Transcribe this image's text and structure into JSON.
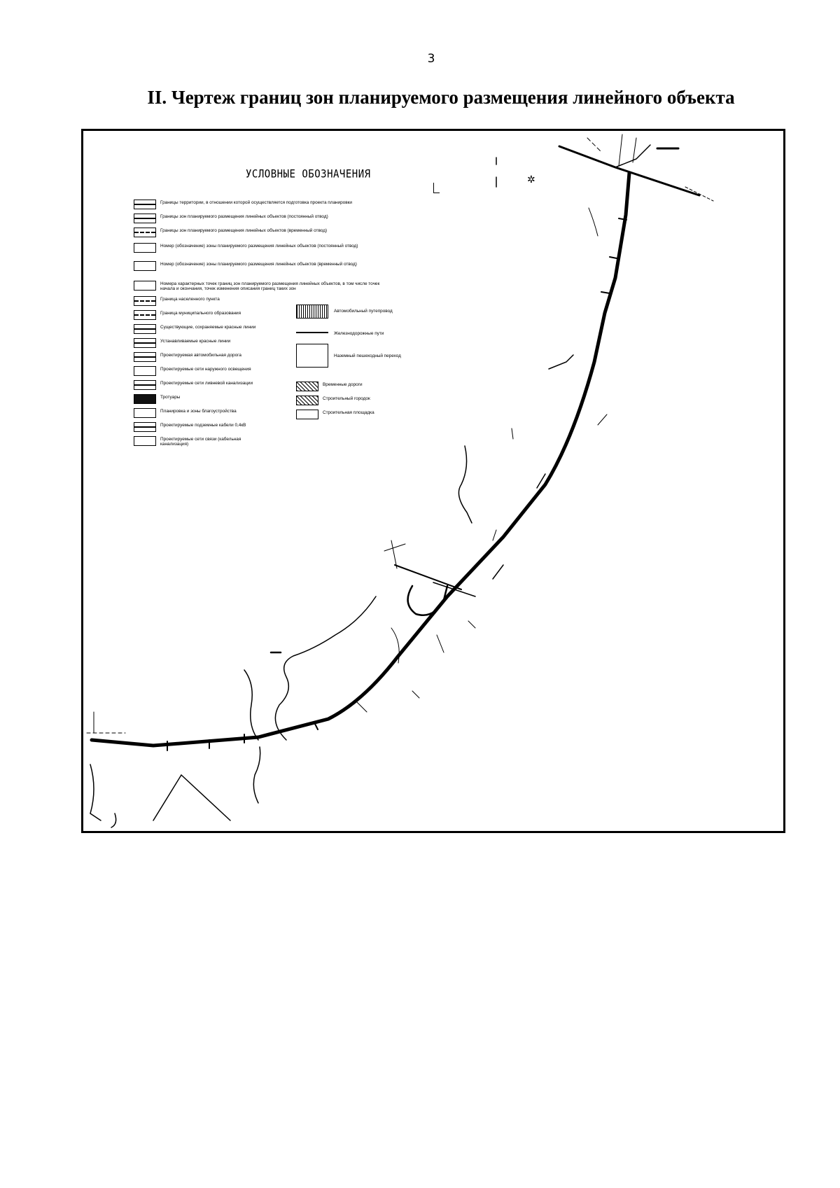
{
  "page": {
    "number": "3",
    "title": "II. Чертеж границ зон планируемого размещения линейного объекта"
  },
  "legend": {
    "title": "УСЛОВНЫЕ ОБОЗНАЧЕНИЯ",
    "items_left": [
      {
        "label": "Границы территории, в отношении которой осуществляется подготовка проекта планировки",
        "symbol": "line"
      },
      {
        "label": "Границы зон планируемого размещения линейных объектов (постоянный отвод)",
        "symbol": "line"
      },
      {
        "label": "Границы зон планируемого размещения линейных объектов (временный отвод)",
        "symbol": "dash"
      },
      {
        "label": "Номер (обозначение) зоны планируемого размещения линейных объектов (постоянный отвод)",
        "symbol": "box"
      },
      {
        "label": "Номер (обозначение) зоны планируемого размещения линейных объектов (временный отвод)",
        "symbol": "box"
      },
      {
        "label": "Номера характерных точек границ зон планируемого размещения линейных объектов, в том числе точек начала и окончания, точек изменения описания границ таких зон",
        "symbol": "box"
      },
      {
        "label": "Граница населенного пункта",
        "symbol": "dash"
      },
      {
        "label": "Граница муниципального образования",
        "symbol": "dash"
      },
      {
        "label": "Существующие, сохраняемые красные линии",
        "symbol": "line"
      },
      {
        "label": "Устанавливаемые красные линии",
        "symbol": "line"
      },
      {
        "label": "Проектируемая автомобильная дорога",
        "symbol": "line"
      },
      {
        "label": "Проектируемые сети наружного освещения",
        "symbol": "box"
      },
      {
        "label": "Проектируемые сети ливневой канализации",
        "symbol": "line"
      },
      {
        "label": "Тротуары",
        "symbol": "filled"
      },
      {
        "label": "Планировка и зоны благоустройства",
        "symbol": "box"
      },
      {
        "label": "Проектируемые подземные кабели 0,4кВ",
        "symbol": "line"
      },
      {
        "label": "Проектируемые сети связи (кабельная канализация)",
        "symbol": "box"
      }
    ],
    "items_right": [
      {
        "label": "Автомобильный путепровод",
        "symbol": "stripe"
      },
      {
        "label": "Железнодорожные пути",
        "symbol": "line"
      },
      {
        "label": "Наземный пешеходный переход",
        "symbol": "box"
      },
      {
        "label": "Временные дороги",
        "symbol": "hatch"
      },
      {
        "label": "Строительный городок",
        "symbol": "hatch"
      },
      {
        "label": "Строительная площадка",
        "symbol": "box"
      }
    ]
  },
  "colors": {
    "ink": "#000000",
    "paper": "#ffffff"
  },
  "icons": [
    "north-arrow-icon",
    "compass-rose-icon"
  ]
}
